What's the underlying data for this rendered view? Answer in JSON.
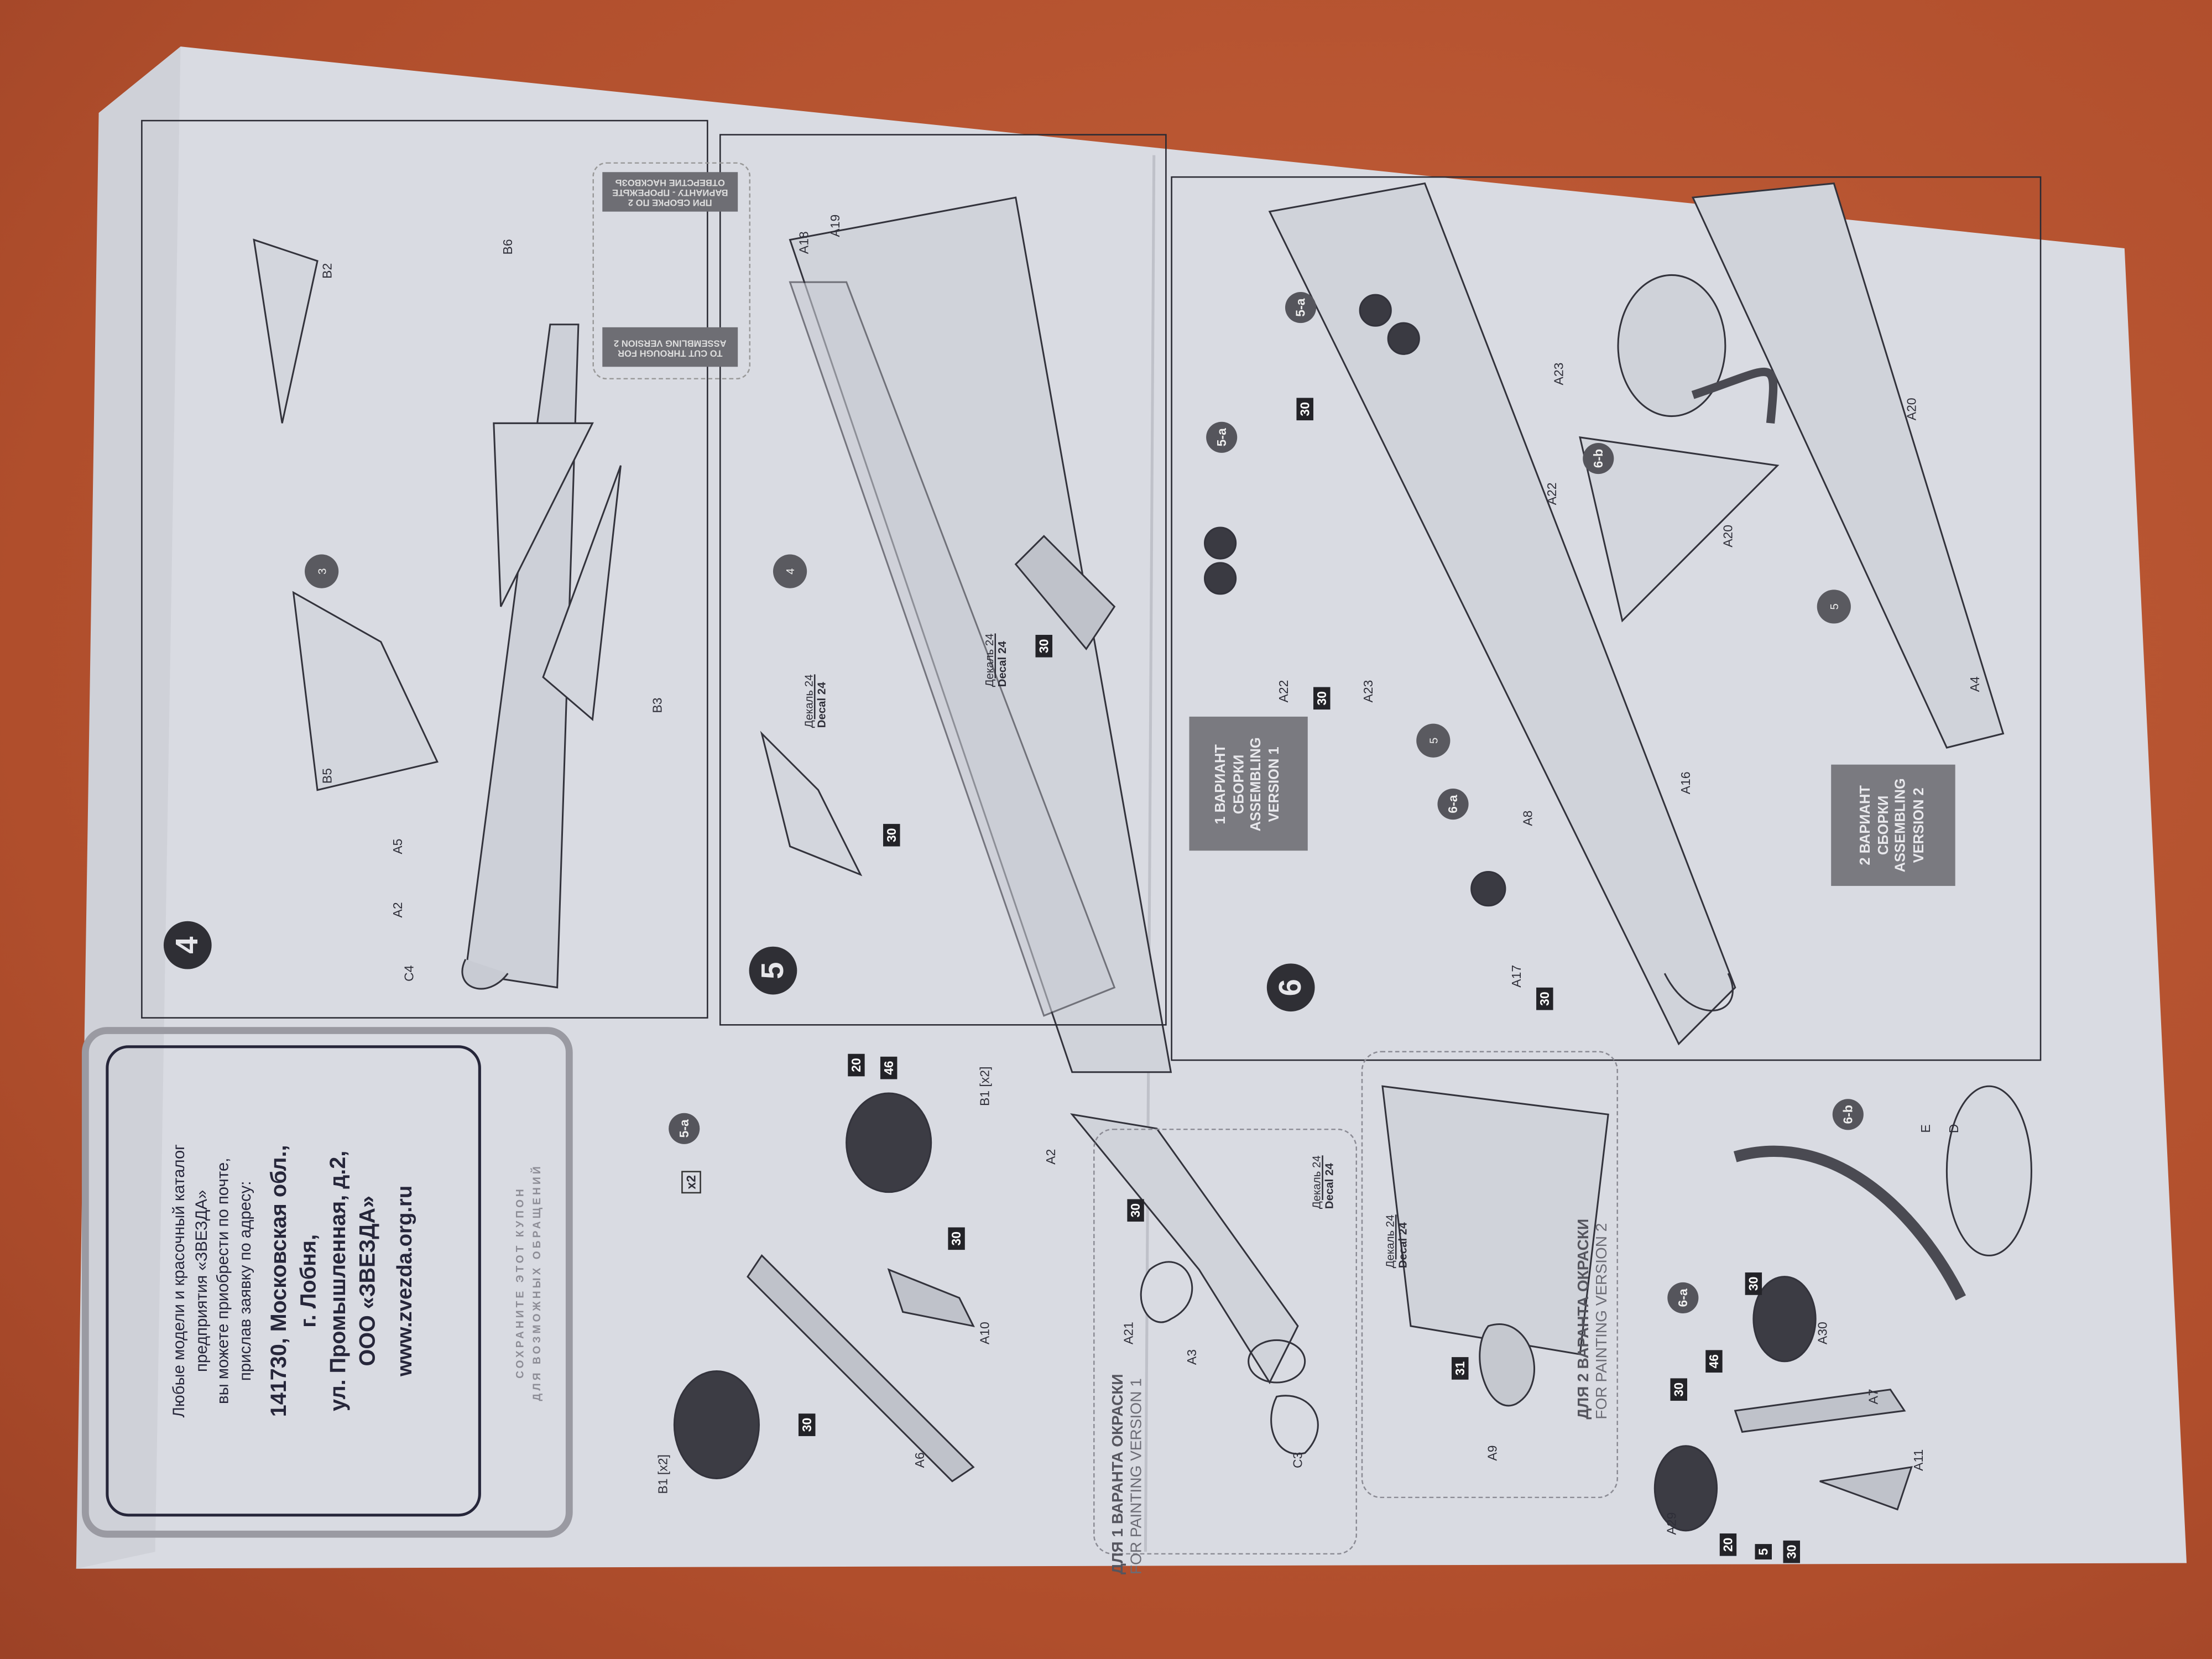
{
  "steps": {
    "s4": "4",
    "s5": "5",
    "s6": "6"
  },
  "step4_labels": [
    "B2",
    "B6",
    "B3",
    "B5",
    "A5",
    "A2",
    "C4"
  ],
  "step4_sub": "3",
  "cut_note": {
    "ru": "ПРИ СБОРКЕ ПО 2 ВАРИАНТУ - ПРОРЕЖЬТЕ ОТВЕРСТИЕ НАСКВОЗЬ",
    "en": "TO CUT THROUGH FOR ASSEMBLING VERSION 2"
  },
  "step5_labels": [
    "A18",
    "A19"
  ],
  "step5_sub": "4",
  "decal": {
    "ru": "Декаль 24",
    "en": "Decal 24"
  },
  "paint_badges": [
    "30",
    "30",
    "30",
    "30",
    "30",
    "30",
    "30",
    "30",
    "30",
    "31",
    "20",
    "46",
    "20",
    "46",
    "5"
  ],
  "step6_labels": [
    "A23",
    "A22",
    "A22",
    "A23",
    "A8",
    "A16",
    "A17",
    "A20",
    "A20",
    "A4"
  ],
  "step6_subs": [
    "5-a",
    "5-a",
    "6-a",
    "6-b"
  ],
  "step6_parts": [
    "5",
    "5"
  ],
  "version1": [
    "1 ВАРИАНТ",
    "СБОРКИ",
    "ASSEMBLING",
    "VERSION 1"
  ],
  "version2": [
    "2 ВАРИАНТ",
    "СБОРКИ",
    "ASSEMBLING",
    "VERSION 2"
  ],
  "coupon": {
    "intro": [
      "Любые модели и красочный каталог",
      "предприятия «ЗВЕЗДА»",
      "вы можете приобрести по почте,",
      "прислав заявку по адресу:"
    ],
    "address": [
      "141730, Московская обл.,",
      "г. Лобня,",
      "ул. Промышленная, д.2,",
      "ООО «ЗВЕЗДА»"
    ],
    "url": "www.zvezda.org.ru",
    "note": [
      "СОХРАНИТЕ ЭТОТ КУПОН",
      "ДЛЯ ВОЗМОЖНЫХ ОБРАЩЕНИЙ"
    ]
  },
  "sub5a": {
    "title": "5-a",
    "multiplier": "x2",
    "labels": [
      "B1 [x2]",
      "A10",
      "B1 [x2]",
      "A6"
    ]
  },
  "nose": {
    "labels": [
      "A2",
      "A21",
      "A3",
      "C3"
    ]
  },
  "painting_v1": {
    "ru": "ДЛЯ 1 ВАРАНТА ОКРАСКИ",
    "ru2": "",
    "en": "FOR PAINTING VERSION 1"
  },
  "painting_v2": {
    "ru": "ДЛЯ 2 ВАРАНТА ОКРАСКИ",
    "en": "FOR PAINTING VERSION 2",
    "labels": [
      "A9"
    ]
  },
  "sub6b": {
    "title": "6-b",
    "labels": [
      "E",
      "D"
    ]
  },
  "sub6a": {
    "title": "6-a",
    "labels": [
      "A30",
      "A7",
      "A11",
      "A29"
    ]
  }
}
